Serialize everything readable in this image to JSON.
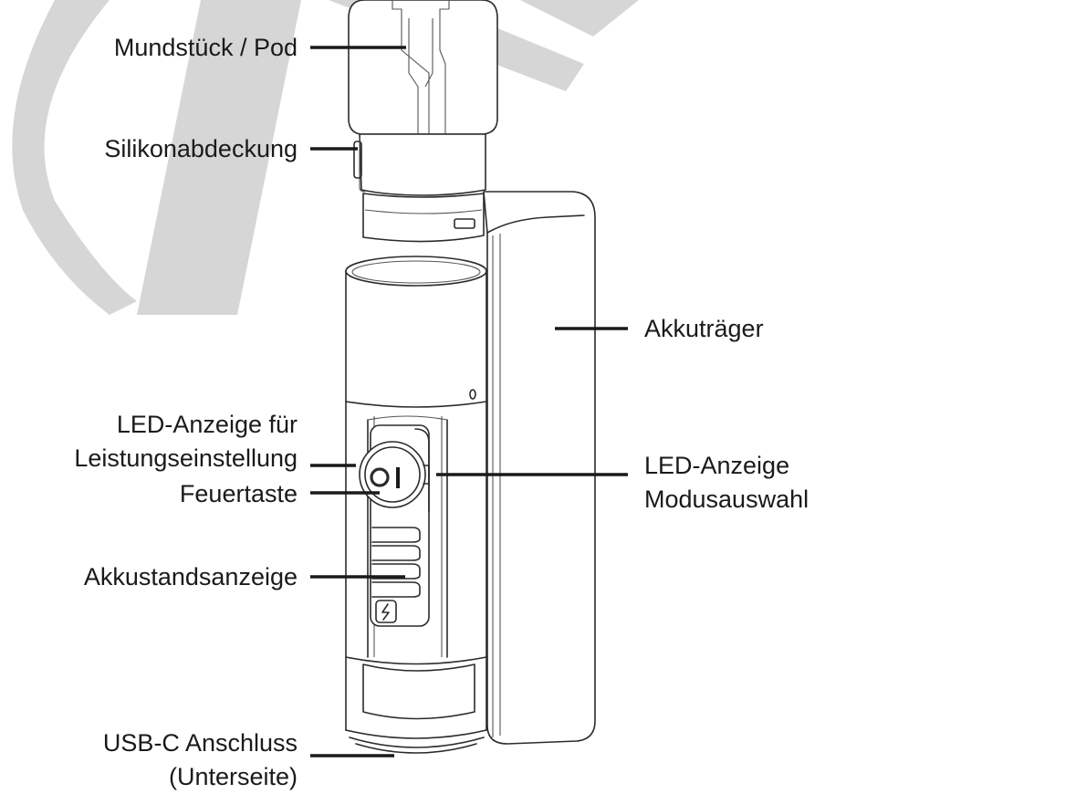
{
  "watermark": {
    "color": "#cfcfcf"
  },
  "labels": {
    "mundstueck": "Mundstück / Pod",
    "silikon": "Silikonabdeckung",
    "akkutraeger": "Akkuträger",
    "led_leistung_1": "LED-Anzeige für",
    "led_leistung_2": "Leistungseinstellung",
    "feuertaste": "Feuertaste",
    "led_modus_1": "LED-Anzeige",
    "led_modus_2": "Modusauswahl",
    "akkustand": "Akkustandsanzeige",
    "usb_1": "USB-C Anschluss",
    "usb_2": "(Unterseite)"
  }
}
